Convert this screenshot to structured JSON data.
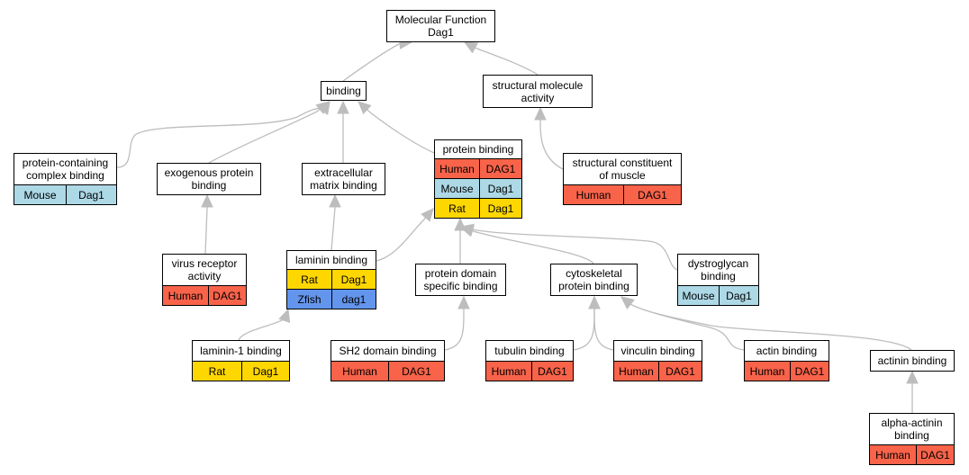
{
  "colors": {
    "Human": "#f8634a",
    "Mouse": "#add8e6",
    "Rat": "#ffd700",
    "Zfish": "#6495ed",
    "edge": "#bdbdbd"
  },
  "nodes": [
    {
      "id": "mf",
      "label": "Molecular Function\nDag1",
      "rows": []
    },
    {
      "id": "binding",
      "label": "binding",
      "rows": []
    },
    {
      "id": "sma",
      "label": "structural molecule\nactivity",
      "rows": []
    },
    {
      "id": "pccb",
      "label": "protein-containing\ncomplex binding",
      "rows": [
        {
          "species": "Mouse",
          "gene": "Dag1"
        }
      ]
    },
    {
      "id": "epb",
      "label": "exogenous protein\nbinding",
      "rows": []
    },
    {
      "id": "emb",
      "label": "extracellular\nmatrix binding",
      "rows": []
    },
    {
      "id": "pb",
      "label": "protein binding",
      "rows": [
        {
          "species": "Human",
          "gene": "DAG1"
        },
        {
          "species": "Mouse",
          "gene": "Dag1"
        },
        {
          "species": "Rat",
          "gene": "Dag1"
        }
      ]
    },
    {
      "id": "scm",
      "label": "structural constituent\nof muscle",
      "rows": [
        {
          "species": "Human",
          "gene": "DAG1"
        }
      ]
    },
    {
      "id": "vra",
      "label": "virus receptor\nactivity",
      "rows": [
        {
          "species": "Human",
          "gene": "DAG1"
        }
      ]
    },
    {
      "id": "lb",
      "label": "laminin binding",
      "rows": [
        {
          "species": "Rat",
          "gene": "Dag1"
        },
        {
          "species": "Zfish",
          "gene": "dag1"
        }
      ]
    },
    {
      "id": "pdsb",
      "label": "protein domain\nspecific binding",
      "rows": []
    },
    {
      "id": "cpb",
      "label": "cytoskeletal\nprotein binding",
      "rows": []
    },
    {
      "id": "dgb",
      "label": "dystroglycan\nbinding",
      "rows": [
        {
          "species": "Mouse",
          "gene": "Dag1"
        }
      ]
    },
    {
      "id": "l1b",
      "label": "laminin-1 binding",
      "rows": [
        {
          "species": "Rat",
          "gene": "Dag1"
        }
      ]
    },
    {
      "id": "sh2",
      "label": "SH2 domain binding",
      "rows": [
        {
          "species": "Human",
          "gene": "DAG1"
        }
      ]
    },
    {
      "id": "tb",
      "label": "tubulin binding",
      "rows": [
        {
          "species": "Human",
          "gene": "DAG1"
        }
      ]
    },
    {
      "id": "vb",
      "label": "vinculin binding",
      "rows": [
        {
          "species": "Human",
          "gene": "DAG1"
        }
      ]
    },
    {
      "id": "ab",
      "label": "actin binding",
      "rows": [
        {
          "species": "Human",
          "gene": "DAG1"
        }
      ]
    },
    {
      "id": "acb",
      "label": "actinin binding",
      "rows": []
    },
    {
      "id": "aacb",
      "label": "alpha-actinin\nbinding",
      "rows": [
        {
          "species": "Human",
          "gene": "DAG1"
        }
      ]
    }
  ],
  "edges": [
    {
      "from": "binding",
      "to": "mf"
    },
    {
      "from": "sma",
      "to": "mf"
    },
    {
      "from": "pccb",
      "to": "binding"
    },
    {
      "from": "epb",
      "to": "binding"
    },
    {
      "from": "emb",
      "to": "binding"
    },
    {
      "from": "pb",
      "to": "binding"
    },
    {
      "from": "scm",
      "to": "sma"
    },
    {
      "from": "vra",
      "to": "epb"
    },
    {
      "from": "lb",
      "to": "emb"
    },
    {
      "from": "lb",
      "to": "pb"
    },
    {
      "from": "pdsb",
      "to": "pb"
    },
    {
      "from": "cpb",
      "to": "pb"
    },
    {
      "from": "dgb",
      "to": "pb"
    },
    {
      "from": "l1b",
      "to": "lb"
    },
    {
      "from": "sh2",
      "to": "pdsb"
    },
    {
      "from": "tb",
      "to": "cpb"
    },
    {
      "from": "vb",
      "to": "cpb"
    },
    {
      "from": "ab",
      "to": "cpb"
    },
    {
      "from": "acb",
      "to": "cpb"
    },
    {
      "from": "aacb",
      "to": "acb"
    }
  ]
}
